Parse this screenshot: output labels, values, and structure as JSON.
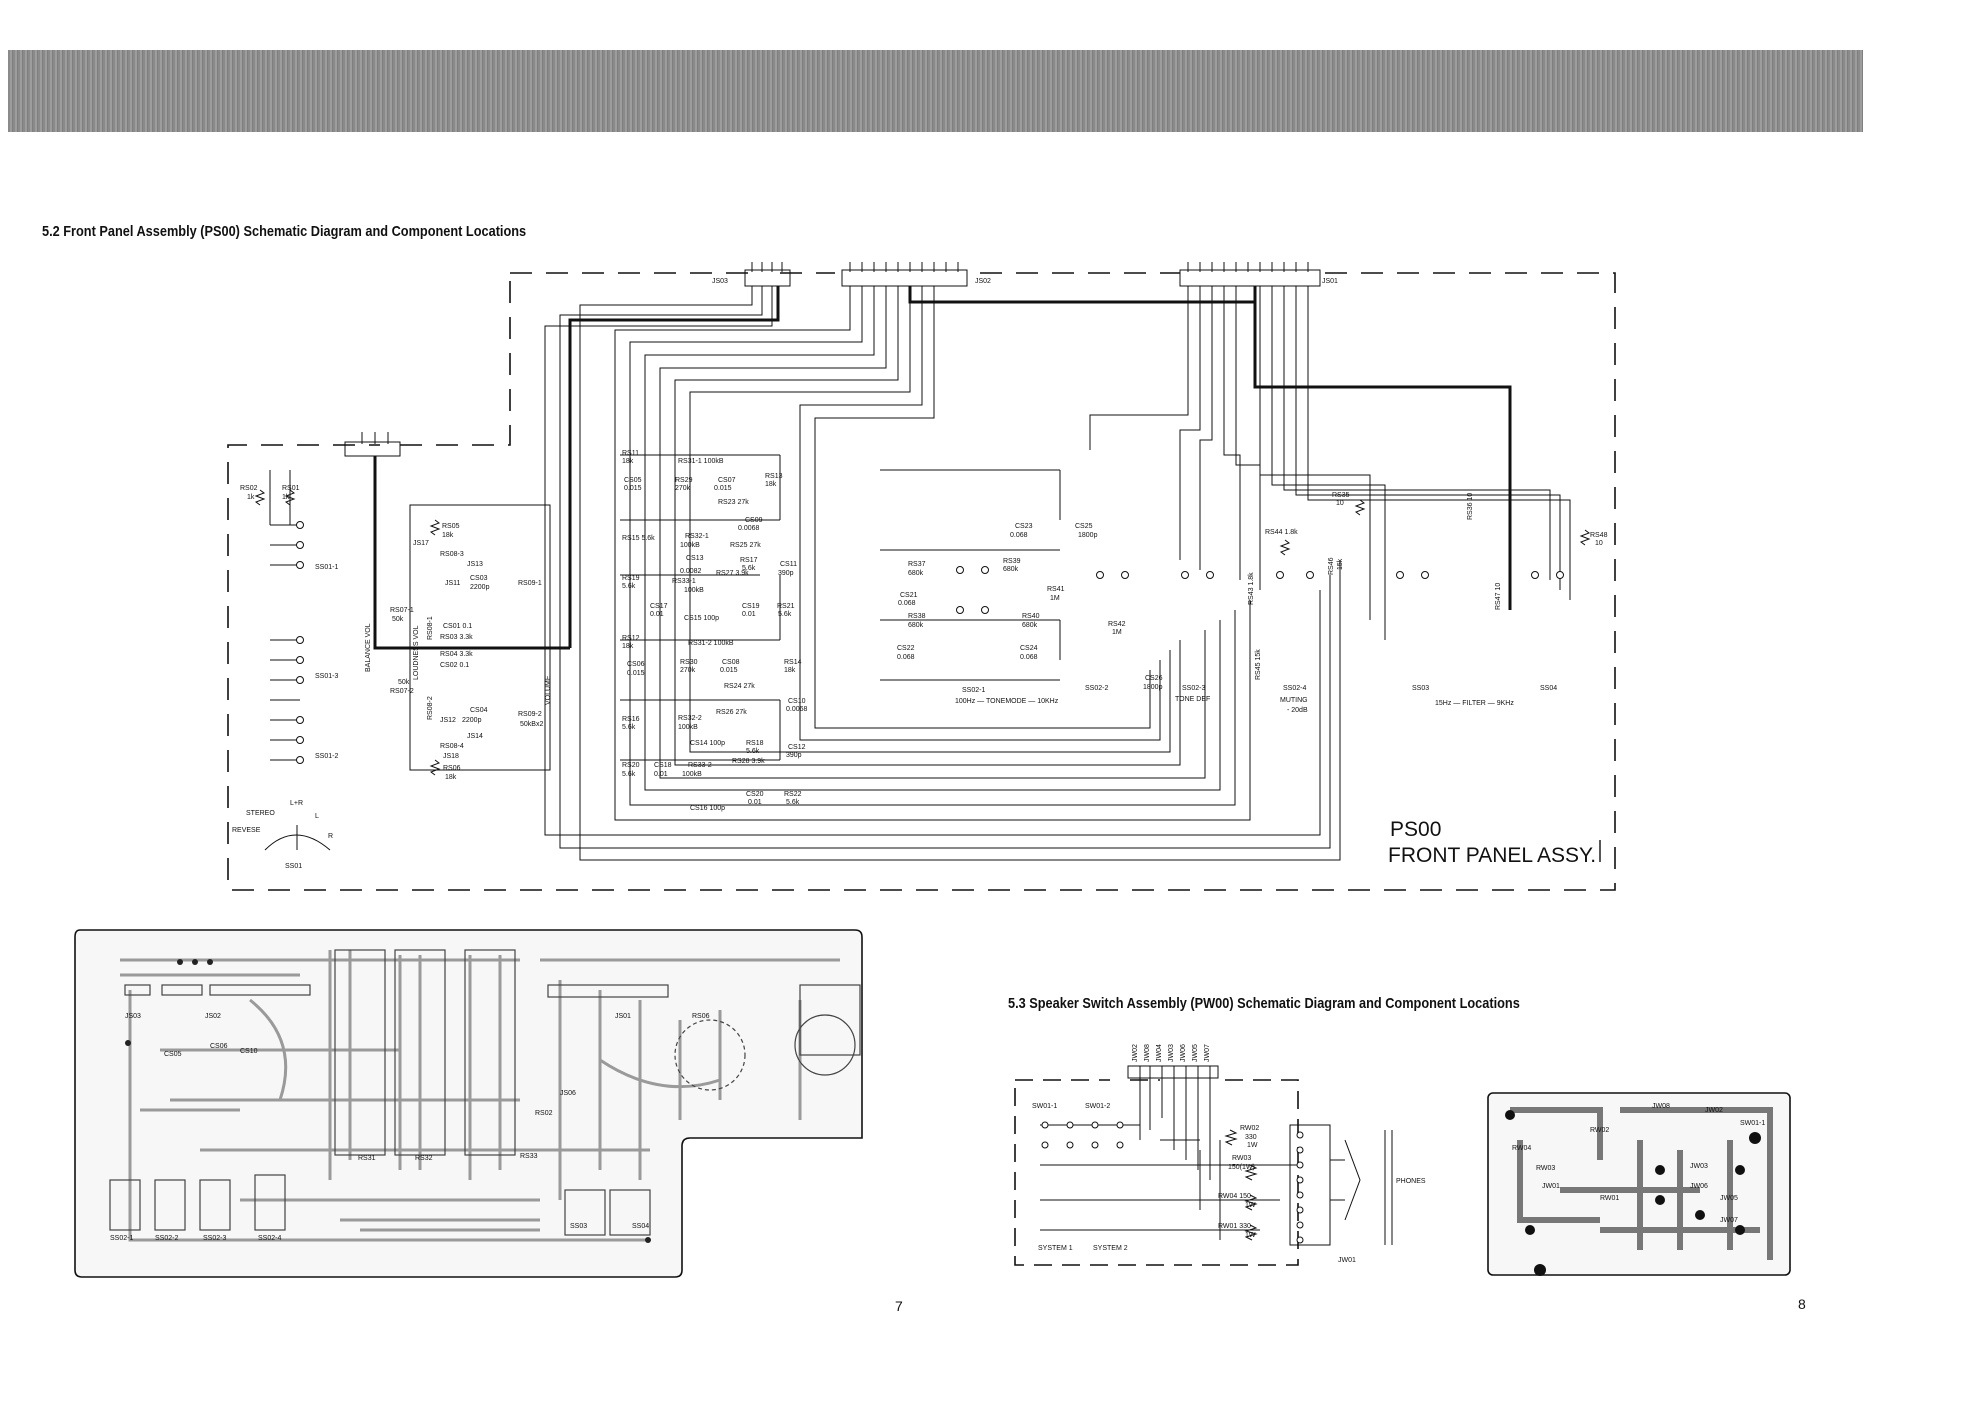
{
  "section_52": {
    "title": "5.2 Front Panel Assembly (PS00) Schematic Diagram and Component Locations",
    "assembly_line1": "PS00",
    "assembly_line2": "FRONT PANEL ASSY.",
    "connectors": {
      "js03": "JS03",
      "js02": "JS02",
      "js01": "JS01"
    },
    "components": {
      "rs02": "RS02",
      "rs02_val": "1k",
      "rs01": "RS01",
      "rs01_val": "1k",
      "ss01_1": "SS01-1",
      "ss01_2": "SS01-2",
      "ss01_3": "SS01-3",
      "ss01": "SS01",
      "stereo": "STEREO",
      "lr": "L+R",
      "l": "L",
      "r": "R",
      "revese": "REVESE",
      "balance": "BALANCE VOL",
      "rs507_1": "RS07-1",
      "rs507_1v": "50k",
      "rs507_2": "RS07-2",
      "rs507_2v": "50k",
      "rs05": "RS05",
      "rs05v": "18k",
      "js17": "JS17",
      "rs08_3": "RS08-3",
      "js13": "JS13",
      "js11": "JS11",
      "cs03": "CS03",
      "cs03v": "2200p",
      "cs01": "CS01 0.1",
      "rs03": "RS03 3.3k",
      "rs04": "RS04 3.3k",
      "cs02": "CS02 0.1",
      "cs04": "CS04",
      "cs04v": "2200p",
      "js12": "JS12",
      "js14": "JS14",
      "rs08_4": "RS08-4",
      "js18": "JS18",
      "rs06": "RS06",
      "rs06v": "18k",
      "loudness": "LOUDNESS VOL",
      "rs08_1": "RS08-1",
      "rs08_2": "RS08-2",
      "rs09_1": "RS09-1",
      "rs09_2": "RS09-2",
      "rs09v": "50kBx2",
      "volume": "VOLUME",
      "rs11": "RS11",
      "rs11v": "18k",
      "rs31_1": "RS31-1 100kB",
      "rs13": "RS13",
      "rs13v": "18k",
      "cs05": "CS05",
      "cs05v": "0.015",
      "rs29": "RS29",
      "rs29v": "270k",
      "cs07": "CS07",
      "cs07v": "0.015",
      "rs23": "RS23 27k",
      "cs09": "CS09",
      "cs09v": "0.0068",
      "rs15": "RS15 5.6k",
      "rs32_1": "RS32-1",
      "rs32_1v": "100kB",
      "rs25": "RS25 27k",
      "cs13": "CS13",
      "cs13v": "0.0082",
      "rs17": "RS17",
      "rs17v": "5.6k",
      "cs11": "CS11",
      "cs11v": "390p",
      "rs27": "RS27 3.9k",
      "rs19": "RS19",
      "rs19v": "5.6k",
      "rs33_1": "RS33-1",
      "rs33_1v": "100kB",
      "cs17": "CS17",
      "cs17v": "0.01",
      "cs15": "CS15 100p",
      "cs19": "CS19",
      "cs19v": "0.01",
      "rs21": "RS21",
      "rs21v": "5.6k",
      "rs12": "RS12",
      "rs12v": "18k",
      "rs31_2": "RS31-2 100kB",
      "cs06": "CS06",
      "cs06v": "0.015",
      "rs30": "RS30",
      "rs30v": "270k",
      "cs08": "CS08",
      "cs08v": "0.015",
      "rs14": "RS14",
      "rs14v": "18k",
      "rs24": "RS24 27k",
      "cs10": "CS10",
      "cs10v": "0.0068",
      "rs26": "RS26 27k",
      "rs16": "RS16",
      "rs16v": "5.6k",
      "rs32_2": "RS32-2",
      "rs32_2v": "100kB",
      "cs14": "CS14 100p",
      "rs18": "RS18",
      "rs18v": "5.6k",
      "cs12": "CS12",
      "cs12v": "390p",
      "rs28": "RS28 3.9k",
      "rs20": "RS20",
      "rs20v": "5.6k",
      "cs18": "CS18",
      "cs18v": "0.01",
      "rs33_2": "RS33-2",
      "rs33_2v": "100kB",
      "cs20": "CS20",
      "cs20v": "0.01",
      "rs22": "RS22",
      "rs22v": "5.6k",
      "cs16": "CS16 100p",
      "cs23": "CS23",
      "cs23v": "0.068",
      "cs25": "CS25",
      "cs25v": "1800p",
      "rs37": "RS37",
      "rs37v": "680k",
      "rs39": "RS39",
      "rs39v": "680k",
      "cs21": "CS21",
      "cs21v": "0.068",
      "rs41": "RS41",
      "rs41v": "1M",
      "rs38": "RS38",
      "rs38v": "680k",
      "rs40": "RS40",
      "rs40v": "680k",
      "cs22": "CS22",
      "cs22v": "0.068",
      "cs24": "CS24",
      "cs24v": "0.068",
      "rs42": "RS42",
      "rs42v": "1M",
      "cs26": "CS26",
      "cs26v": "1800p",
      "ss02_1": "SS02-1",
      "tonemode": "100Hz — TONEMODE — 10KHz",
      "ss02_2": "SS02-2",
      "ss02_3": "SS02-3",
      "tonedef": "TONE DEF",
      "rs35": "RS35",
      "rs35v": "10",
      "rs44": "RS44 1.8k",
      "rs43": "RS43 1.8k",
      "rs46": "RS46",
      "rs46v": "15k",
      "rs45": "RS45 15k",
      "ss02_4": "SS02-4",
      "muting": "MUTING",
      "muting_db": "- 20dB",
      "rs36": "RS36 10",
      "rs47": "RS47 10",
      "rs48": "RS48",
      "rs48v": "10",
      "ss03": "SS03",
      "ss04": "SS04",
      "filter": "15Hz — FILTER — 9KHz"
    },
    "pcb_labels": {
      "js03": "JS03",
      "js02": "JS02",
      "js01": "JS01",
      "ss02_1": "SS02-1",
      "ss02_2": "SS02-2",
      "ss02_3": "SS02-3",
      "ss02_4": "SS02-4",
      "ss03": "SS03",
      "ss04": "SS04",
      "rs531": "RS31",
      "rs532": "RS32",
      "rs533": "RS33",
      "cs10": "CS10",
      "cs06": "CS06",
      "cs05": "CS05",
      "rs506": "RS06",
      "js01b": "JS01",
      "js06": "JS06",
      "rs02": "RS02"
    }
  },
  "section_53": {
    "title": "5.3 Speaker Switch Assembly (PW00) Schematic Diagram and Component Locations",
    "jw_labels": [
      "JW02",
      "JW08",
      "JW04",
      "JW03",
      "JW06",
      "JW05",
      "JW07"
    ],
    "sw01_1": "SW01-1",
    "sw01_2": "SW01-2",
    "rw02": "RW02",
    "rw02v": "330",
    "rw02w": "1W",
    "rw03": "RW03",
    "rw03v": "150(1W)",
    "rw04": "RW04 150",
    "rw04w": "1W",
    "rw01": "RW01 330",
    "rw01w": "1W",
    "phones": "PHONES",
    "jw01": "JW01",
    "system1": "SYSTEM 1",
    "system2": "SYSTEM 2",
    "pcb": {
      "jw08": "JW08",
      "jw02": "JW02",
      "sw01_1": "SW01-1",
      "rw02": "RW02",
      "rw04": "RW04",
      "rw03": "RW03",
      "rw01": "RW01",
      "jw01": "JW01",
      "jw03": "JW03",
      "jw06": "JW06",
      "jw05": "JW05",
      "jw07": "JW07"
    }
  },
  "pages": {
    "left": "7",
    "right": "8"
  }
}
